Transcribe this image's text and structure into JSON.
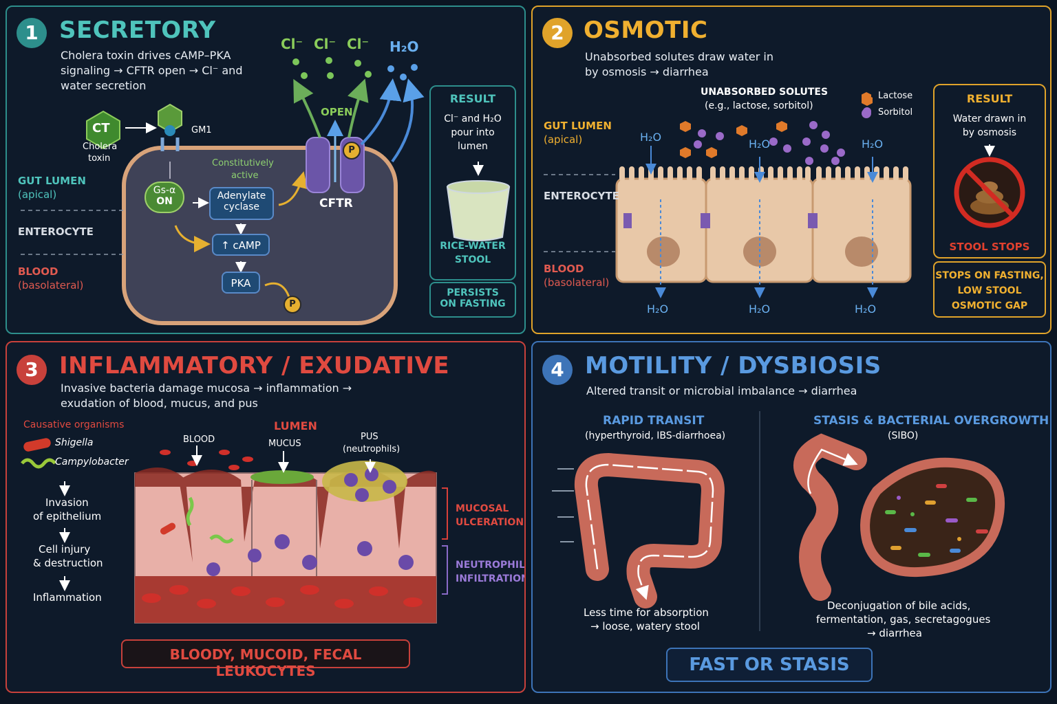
{
  "panel1": {
    "number": "1",
    "title": "SECRETORY",
    "subtitle": [
      "Cholera toxin drives cAMP–PKA",
      "signaling → CFTR open → Cl⁻ and",
      "water secretion"
    ],
    "ions": [
      "Cl⁻",
      "Cl⁻",
      "Cl⁻",
      "H₂O"
    ],
    "ct_label": "CT",
    "ct_caption": [
      "Cholera",
      "toxin"
    ],
    "gm1": "GM1",
    "gut_lumen": [
      "GUT LUMEN",
      "(apical)"
    ],
    "enterocyte": "ENTEROCYTE",
    "blood": [
      "BLOOD",
      "(basolateral)"
    ],
    "gs": [
      "Gs-α",
      "ON"
    ],
    "constitutive": [
      "Constitutively",
      "active"
    ],
    "adenylate": [
      "Adenylate",
      "cyclase"
    ],
    "camp": "↑ cAMP",
    "pka": "PKA",
    "phospho": "P",
    "open": "OPEN",
    "cftr": "CFTR",
    "result_title": "RESULT",
    "result_text": [
      "Cl⁻ and H₂O",
      "pour into",
      "lumen"
    ],
    "result_stool": [
      "RICE-WATER",
      "STOOL"
    ],
    "persists": [
      "PERSISTS",
      "ON FASTING"
    ]
  },
  "panel2": {
    "number": "2",
    "title": "OSMOTIC",
    "subtitle": [
      "Unabsorbed solutes draw water in",
      "by osmosis → diarrhea"
    ],
    "solutes_title": [
      "UNABSORBED SOLUTES",
      "(e.g., lactose, sorbitol)"
    ],
    "legend": [
      "Lactose",
      "Sorbitol"
    ],
    "gut_lumen": [
      "GUT LUMEN",
      "(apical)"
    ],
    "enterocyte": "ENTEROCYTE",
    "blood": [
      "BLOOD",
      "(basolateral)"
    ],
    "water": "H₂O",
    "result_title": "RESULT",
    "result_text": [
      "Water drawn in",
      "by osmosis"
    ],
    "stool_stops": "STOOL STOPS",
    "stops_box": [
      "STOPS ON FASTING,",
      "LOW STOOL",
      "OSMOTIC GAP"
    ],
    "colors": {
      "lactose": "#e07a2a",
      "sorbitol": "#9a6ac8"
    }
  },
  "panel3": {
    "number": "3",
    "title": "INFLAMMATORY / EXUDATIVE",
    "subtitle": [
      "Invasive bacteria damage mucosa → inflammation →",
      "exudation of blood, mucus, and pus"
    ],
    "organisms_title": "Causative organisms",
    "organisms": [
      "Shigella",
      "Campylobacter"
    ],
    "steps": [
      [
        "Invasion",
        "of epithelium"
      ],
      [
        "Cell injury",
        "& destruction"
      ],
      [
        "Inflammation"
      ]
    ],
    "lumen": "LUMEN",
    "blood": "BLOOD",
    "mucus": "MUCUS",
    "pus": [
      "PUS",
      "(neutrophils)"
    ],
    "ulceration": [
      "MUCOSAL",
      "ULCERATION"
    ],
    "infiltration": [
      "NEUTROPHIL",
      "INFILTRATION"
    ],
    "summary": "BLOODY, MUCOID, FECAL LEUKOCYTES"
  },
  "panel4": {
    "number": "4",
    "title": "MOTILITY / DYSBIOSIS",
    "subtitle": "Altered transit or microbial imbalance → diarrhea",
    "rapid_title": "RAPID TRANSIT",
    "rapid_sub": "(hyperthyroid, IBS-diarrhoea)",
    "rapid_caption": [
      "Less time for absorption",
      "→ loose, watery stool"
    ],
    "stasis_title": "STASIS & BACTERIAL OVERGROWTH",
    "stasis_sub": "(SIBO)",
    "stasis_caption": [
      "Deconjugation of bile acids,",
      "fermentation, gas, secretagogues",
      "→ diarrhea"
    ],
    "summary": "FAST OR STASIS"
  },
  "colors": {
    "teal": "#2d8f8c",
    "gold": "#e0a32a",
    "red": "#c8413b",
    "blue": "#3d74b8"
  }
}
